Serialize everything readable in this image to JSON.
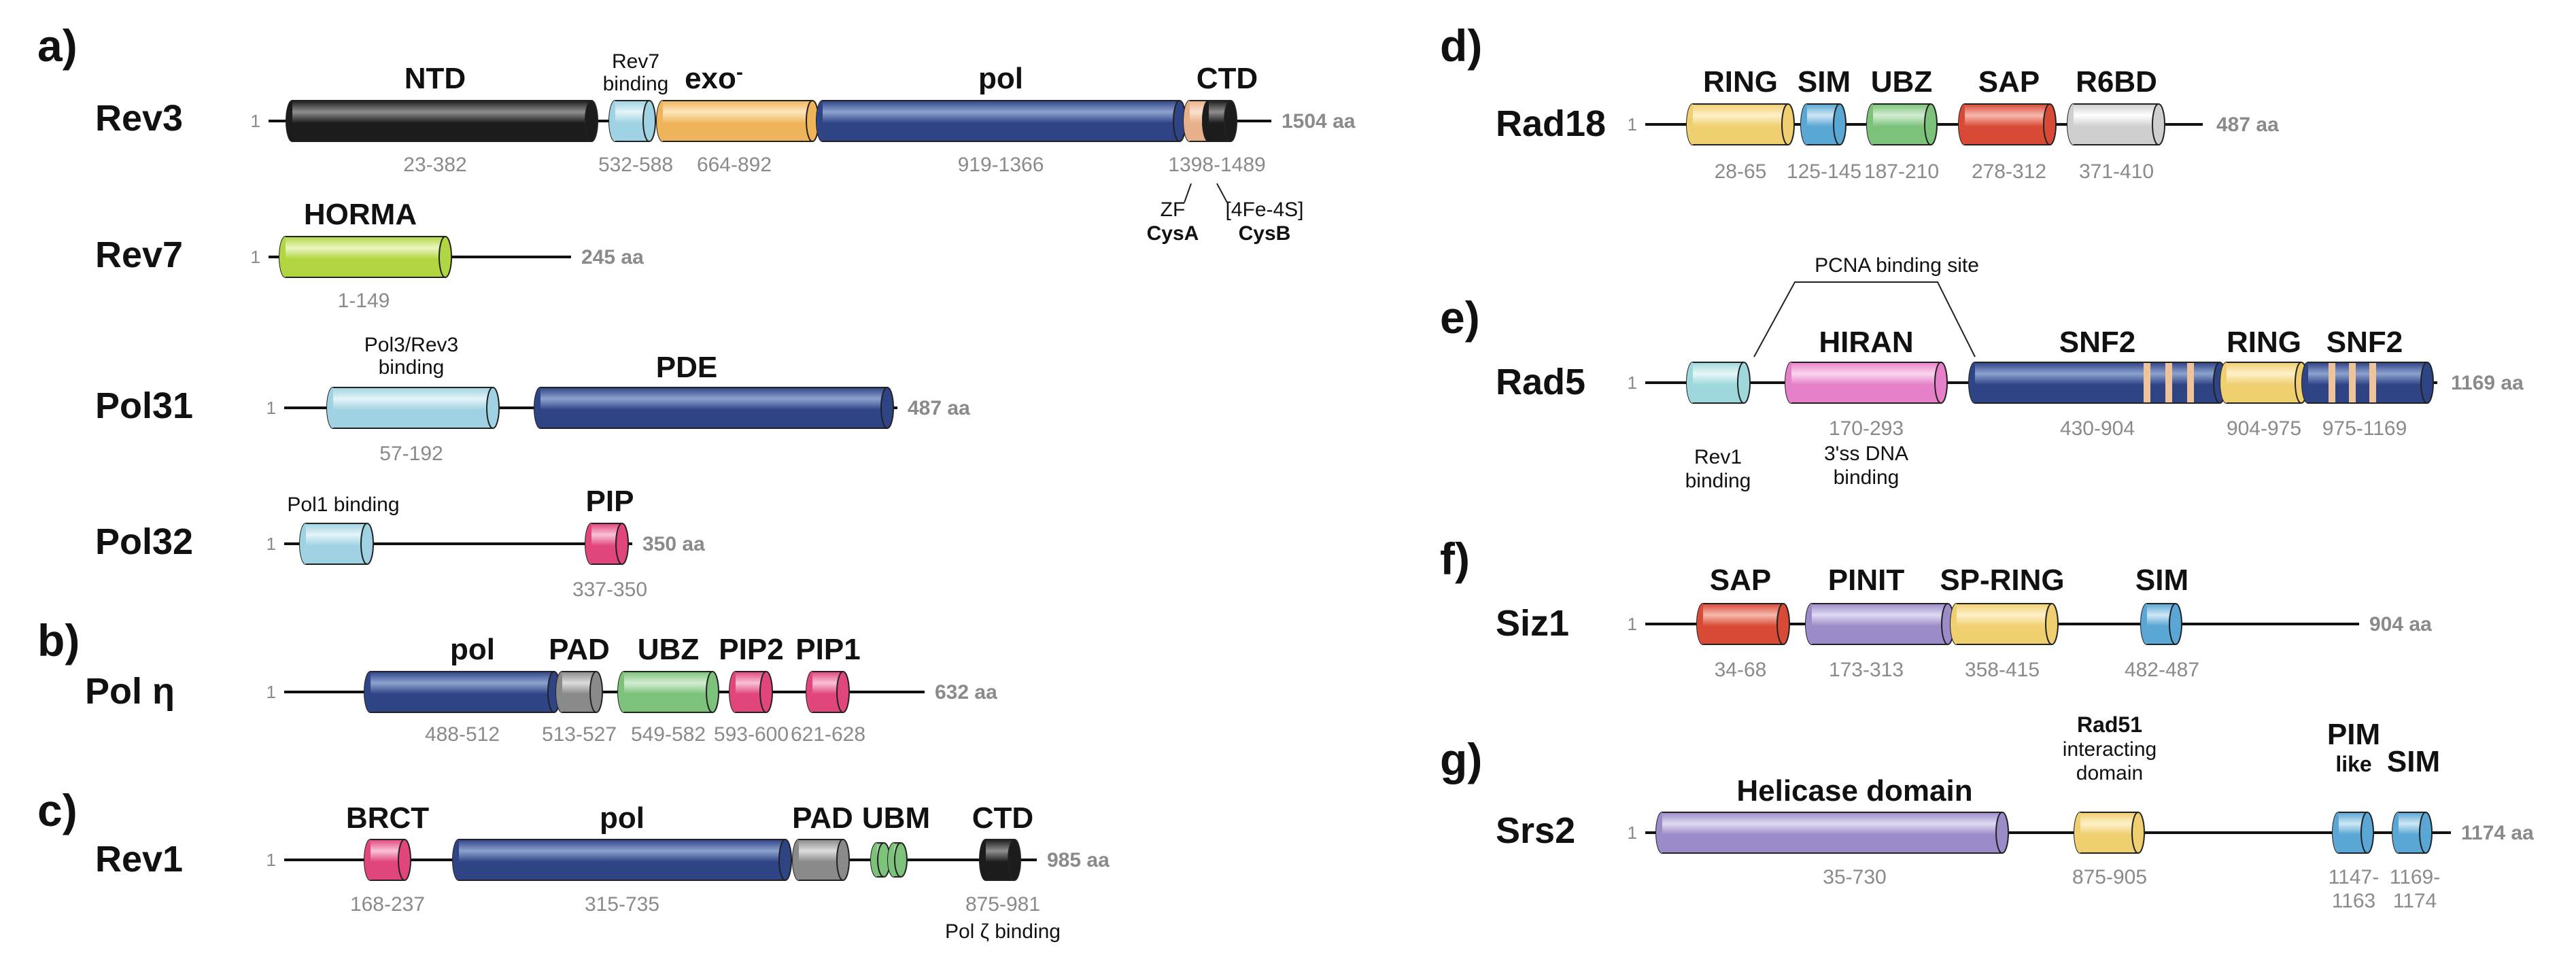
{
  "colors": {
    "black": [
      "#1c1c1c",
      "#8f8f8f"
    ],
    "sky": [
      "#9fd2e2",
      "#e4f4f9"
    ],
    "orange": [
      "#efb45a",
      "#fde6bf"
    ],
    "navy": [
      "#2e4485",
      "#8ea2cf"
    ],
    "peach": [
      "#e8b08a",
      "#fbe1cf"
    ],
    "lime": [
      "#b2d641",
      "#eaf6c2"
    ],
    "pink": [
      "#e0467c",
      "#f9c1d5"
    ],
    "gray": [
      "#8a8a8a",
      "#dcdcdc"
    ],
    "green": [
      "#7cc27a",
      "#d3edd2"
    ],
    "yellow": [
      "#f0cf70",
      "#fdf1c9"
    ],
    "blue": [
      "#5aa6d4",
      "#cfe7f5"
    ],
    "red": [
      "#d94a36",
      "#f6b9ac"
    ],
    "white": [
      "#cfcfcf",
      "#ffffff"
    ],
    "lightpink": [
      "#e680c8",
      "#fad7ef"
    ],
    "purple": [
      "#9b8bc8",
      "#e0daf2"
    ],
    "mint": [
      "#9fd8dc",
      "#e6f7f8"
    ],
    "band": "#f0c49a"
  },
  "proteins": [
    {
      "panel": "a)",
      "name": "Rev3",
      "start_label": "1",
      "length_label": "1504 aa",
      "domains": [
        {
          "label": "NTD",
          "range": "23-382",
          "color": "black"
        },
        {
          "label": "Rev7 binding",
          "lines": [
            "Rev7",
            "binding"
          ],
          "range": "532-588",
          "color": "sky"
        },
        {
          "label": "exo-",
          "range": "664-892",
          "color": "orange"
        },
        {
          "label": "pol",
          "range": "919-1366",
          "color": "navy"
        },
        {
          "label": "",
          "color": "peach"
        },
        {
          "label": "CTD",
          "range": "1398-1489",
          "color": "black"
        }
      ],
      "notes": [
        "ZF",
        "CysA",
        "[4Fe-4S]",
        "CysB"
      ]
    },
    {
      "panel": "",
      "name": "Rev7",
      "start_label": "1",
      "length_label": "245 aa",
      "domains": [
        {
          "label": "HORMA",
          "range": "1-149",
          "color": "lime"
        }
      ]
    },
    {
      "panel": "",
      "name": "Pol31",
      "start_label": "1",
      "length_label": "487 aa",
      "domains": [
        {
          "label": "Pol3/Rev3 binding",
          "lines": [
            "Pol3/Rev3",
            "binding"
          ],
          "range": "57-192",
          "color": "sky"
        },
        {
          "label": "PDE",
          "range": "",
          "color": "navy"
        }
      ]
    },
    {
      "panel": "",
      "name": "Pol32",
      "start_label": "1",
      "length_label": "350 aa",
      "domains": [
        {
          "label": "Pol1 binding",
          "range": "",
          "color": "sky"
        },
        {
          "label": "PIP",
          "range": "337-350",
          "color": "pink"
        }
      ]
    },
    {
      "panel": "b)",
      "name": "Pol η",
      "start_label": "1",
      "length_label": "632 aa",
      "domains": [
        {
          "label": "pol",
          "range": "488-512",
          "color": "navy"
        },
        {
          "label": "PAD",
          "range": "513-527",
          "color": "gray"
        },
        {
          "label": "UBZ",
          "range": "549-582",
          "color": "green"
        },
        {
          "label": "PIP2",
          "range": "593-600",
          "color": "pink"
        },
        {
          "label": "PIP1",
          "range": "621-628",
          "color": "pink"
        }
      ]
    },
    {
      "panel": "c)",
      "name": "Rev1",
      "start_label": "1",
      "length_label": "985 aa",
      "domains": [
        {
          "label": "BRCT",
          "range": "168-237",
          "color": "pink"
        },
        {
          "label": "pol",
          "range": "315-735",
          "color": "navy"
        },
        {
          "label": "PAD",
          "range": "",
          "color": "gray"
        },
        {
          "label": "UBM",
          "range": "",
          "color": "green"
        },
        {
          "label": "CTD",
          "range": "875-981",
          "color": "black"
        }
      ],
      "notes": [
        "Pol ζ binding"
      ]
    },
    {
      "panel": "d)",
      "name": "Rad18",
      "start_label": "1",
      "length_label": "487 aa",
      "domains": [
        {
          "label": "RING",
          "range": "28-65",
          "color": "yellow"
        },
        {
          "label": "SIM",
          "range": "125-145",
          "color": "blue"
        },
        {
          "label": "UBZ",
          "range": "187-210",
          "color": "green"
        },
        {
          "label": "SAP",
          "range": "278-312",
          "color": "red"
        },
        {
          "label": "R6BD",
          "range": "371-410",
          "color": "white"
        }
      ]
    },
    {
      "panel": "e)",
      "name": "Rad5",
      "start_label": "1",
      "length_label": "1169 aa",
      "domains": [
        {
          "label": "Rev1 binding",
          "lines": [
            "Rev1",
            "binding"
          ],
          "range": "",
          "color": "mint"
        },
        {
          "label": "HIRAN",
          "range": "170-293",
          "color": "lightpink"
        },
        {
          "label": "SNF2",
          "range": "430-904",
          "color": "navy"
        },
        {
          "label": "RING",
          "range": "904-975",
          "color": "yellow"
        },
        {
          "label": "SNF2",
          "range": "975-1169",
          "color": "navy"
        }
      ],
      "notes": [
        "PCNA binding site",
        "3'ss DNA",
        "binding"
      ]
    },
    {
      "panel": "f)",
      "name": "Siz1",
      "start_label": "1",
      "length_label": "904 aa",
      "domains": [
        {
          "label": "SAP",
          "range": "34-68",
          "color": "red"
        },
        {
          "label": "PINIT",
          "range": "173-313",
          "color": "purple"
        },
        {
          "label": "SP-RING",
          "range": "358-415",
          "color": "yellow"
        },
        {
          "label": "SIM",
          "range": "482-487",
          "color": "blue"
        }
      ]
    },
    {
      "panel": "g)",
      "name": "Srs2",
      "start_label": "1",
      "length_label": "1174 aa",
      "domains": [
        {
          "label": "Helicase domain",
          "range": "35-730",
          "color": "purple"
        },
        {
          "label": "Rad51 interacting domain",
          "lines": [
            "Rad51",
            "interacting",
            "domain"
          ],
          "range": "875-905",
          "color": "yellow"
        },
        {
          "label": "PIM like",
          "lines": [
            "PIM",
            "like"
          ],
          "range": "1147-1163",
          "color": "blue"
        },
        {
          "label": "SIM",
          "range": "1169-1174",
          "color": "blue"
        }
      ]
    }
  ]
}
